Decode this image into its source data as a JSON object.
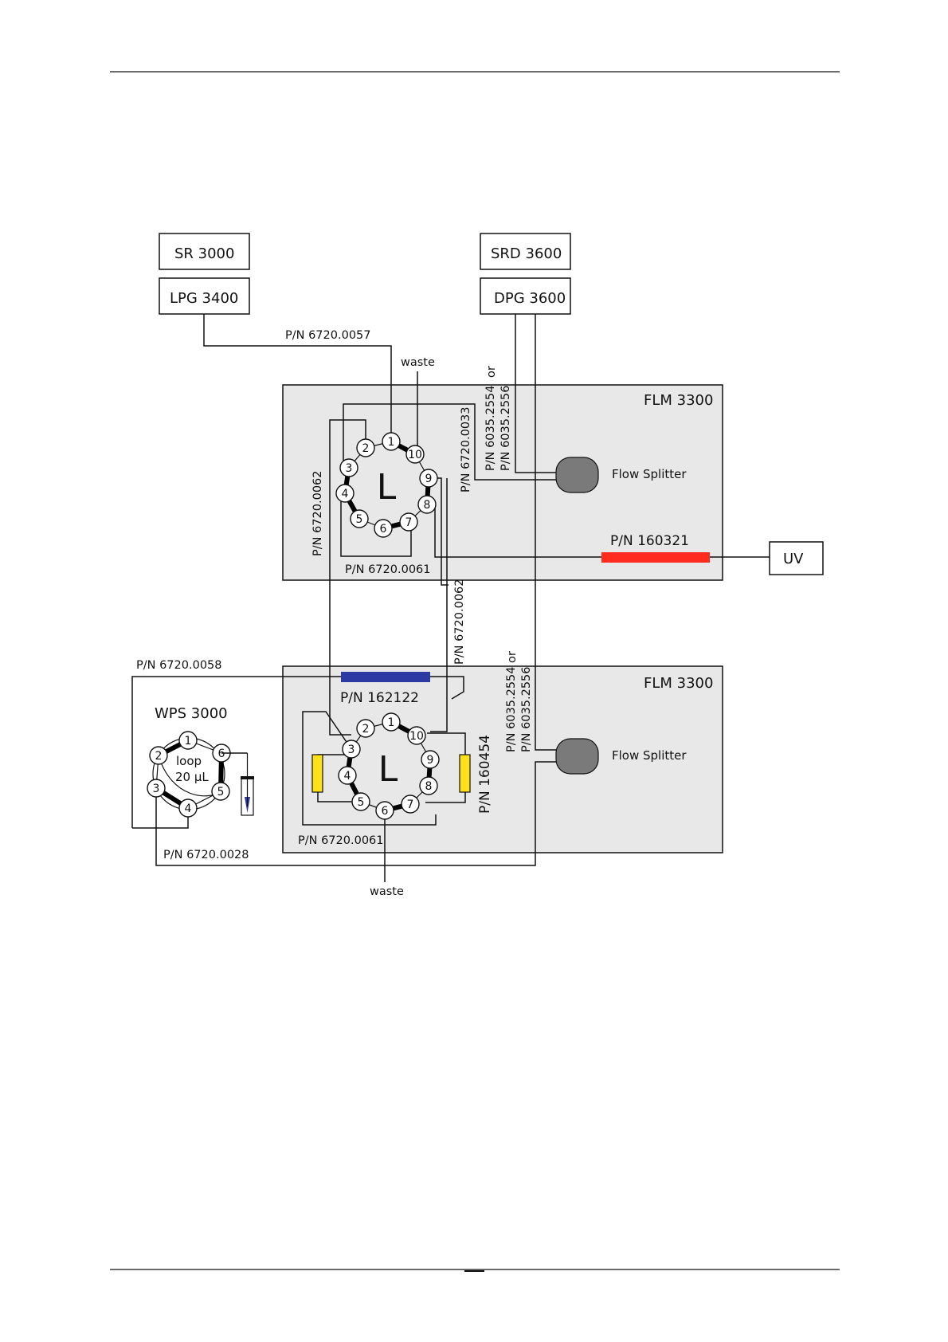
{
  "devices": {
    "sr": "SR 3000",
    "lpg": "LPG 3400",
    "srd": "SRD 3600",
    "dpg": "DPG 3600",
    "uv": "UV",
    "wps": "WPS 3000"
  },
  "modules": {
    "flm_top": "FLM 3300",
    "flm_bottom": "FLM 3300",
    "flow_splitter_top": "Flow Splitter",
    "flow_splitter_bottom": "Flow Splitter"
  },
  "valve_letter": "L",
  "valve_ports": [
    "1",
    "2",
    "3",
    "4",
    "5",
    "6",
    "7",
    "8",
    "9",
    "10"
  ],
  "wps_ports": [
    "1",
    "2",
    "3",
    "4",
    "5",
    "6"
  ],
  "loop": {
    "line1": "loop",
    "line2": "20 µL"
  },
  "labels": {
    "pn_0057": "P/N 6720.0057",
    "waste_top": "waste",
    "or_top": "or",
    "pn_2554_top": "P/N 6035.2554",
    "pn_2556_top": "P/N 6035.2556",
    "pn_0033": "P/N 6720.0033",
    "pn_0062_top": "P/N 6720.0062",
    "pn_0061_top": "P/N 6720.0061",
    "pn_160321": "P/N 160321",
    "pn_0062_mid": "P/N 6720.0062",
    "or_bottom": "or",
    "pn_2554_bottom": "P/N 6035.2554",
    "pn_2556_bottom": "P/N 6035.2556",
    "pn_0058": "P/N 6720.0058",
    "pn_162122": "P/N 162122",
    "pn_160454": "P/N 160454",
    "pn_0061_bottom": "P/N 6720.0061",
    "pn_0028": "P/N 6720.0028",
    "waste_bottom": "waste"
  },
  "colors": {
    "panel": "#e8e8e8",
    "valve_letter": "#e8231f",
    "heater_red": "#ff2b1f",
    "heater_blue": "#2b3ba3",
    "column_yellow": "#ffe11a",
    "splitter": "#7a7a7a"
  }
}
